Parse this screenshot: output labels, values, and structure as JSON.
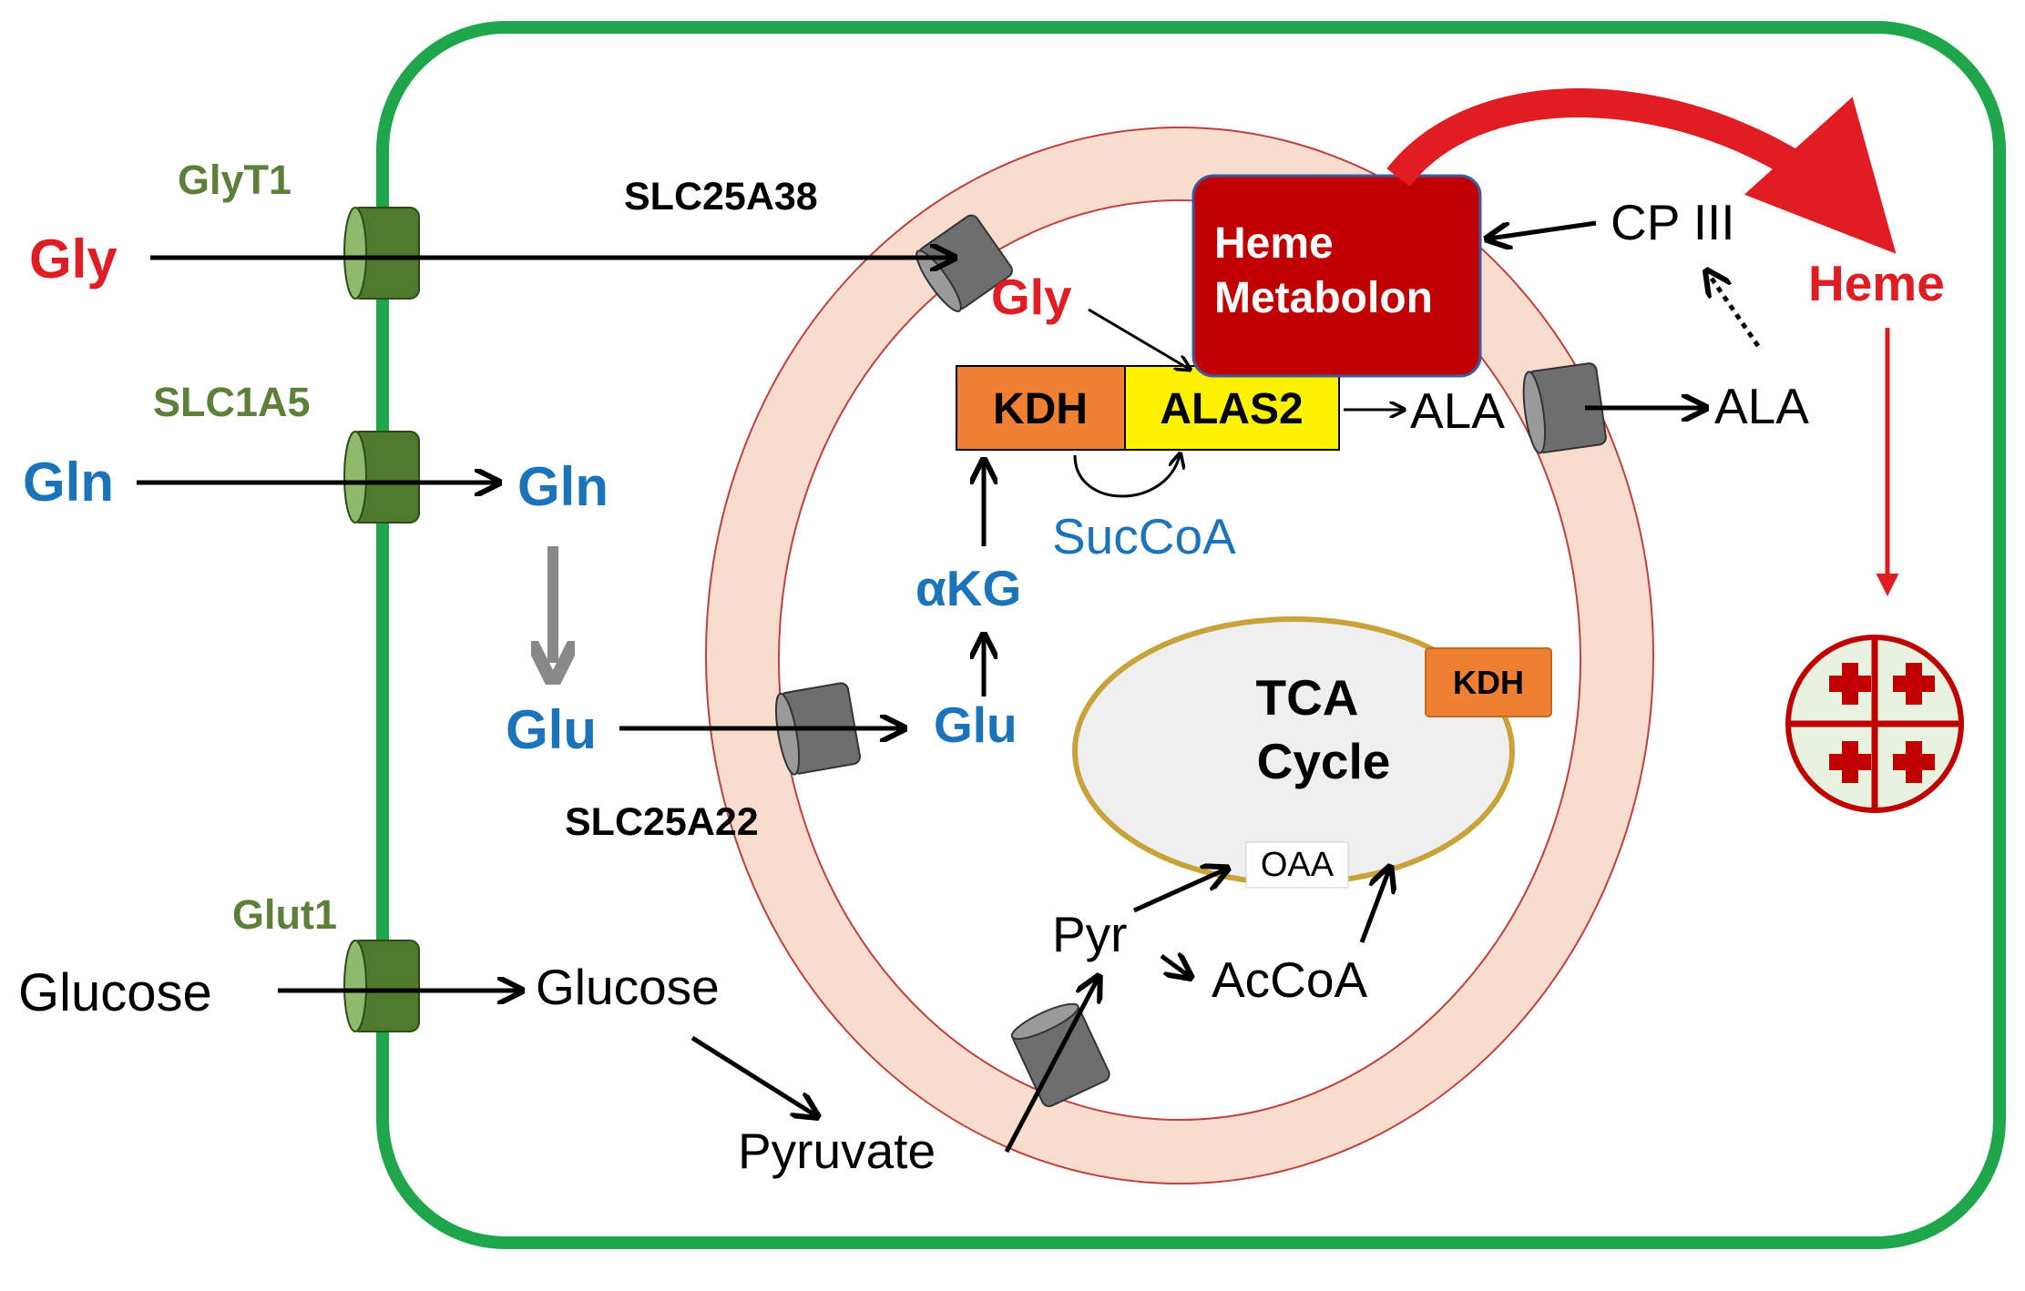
{
  "colors": {
    "cell_membrane": "#1fa64b",
    "mito_outer": "#f8dccd",
    "mito_stroke": "#c04040",
    "matrix": "#ffffff",
    "transporter_green": "#4f7a2d",
    "transporter_gray": "#6e6e6e",
    "red_text": "#e11d24",
    "blue_text": "#1b74b9",
    "green_text": "#5d7f3a",
    "kdh_orange": "#ee7f33",
    "alas2_yellow": "#fff200",
    "metabolon_red": "#c00000",
    "tca_fill": "#efefef",
    "tca_stroke": "#c8a33c"
  },
  "transporters": {
    "glyt1": "GlyT1",
    "slc1a5": "SLC1A5",
    "glut1": "Glut1",
    "slc25a38": "SLC25A38",
    "slc25a22": "SLC25A22"
  },
  "extracellular": {
    "gly": "Gly",
    "gln": "Gln",
    "glucose": "Glucose"
  },
  "cytosol": {
    "gln": "Gln",
    "glu": "Glu",
    "glucose": "Glucose",
    "pyruvate": "Pyruvate",
    "cp3": "CP III",
    "ala": "ALA",
    "heme": "Heme"
  },
  "mitochondria": {
    "gly": "Gly",
    "glu": "Glu",
    "akg": "αKG",
    "succoa": "SucCoA",
    "ala": "ALA",
    "pyr": "Pyr",
    "accoa": "AcCoA",
    "oaa": "OAA"
  },
  "enzymes": {
    "kdh": "KDH",
    "alas2": "ALAS2",
    "kdh_small": "KDH"
  },
  "metabolon": {
    "line1": "Heme",
    "line2": "Metabolon"
  },
  "tca": {
    "line1": "TCA",
    "line2": "Cycle"
  }
}
